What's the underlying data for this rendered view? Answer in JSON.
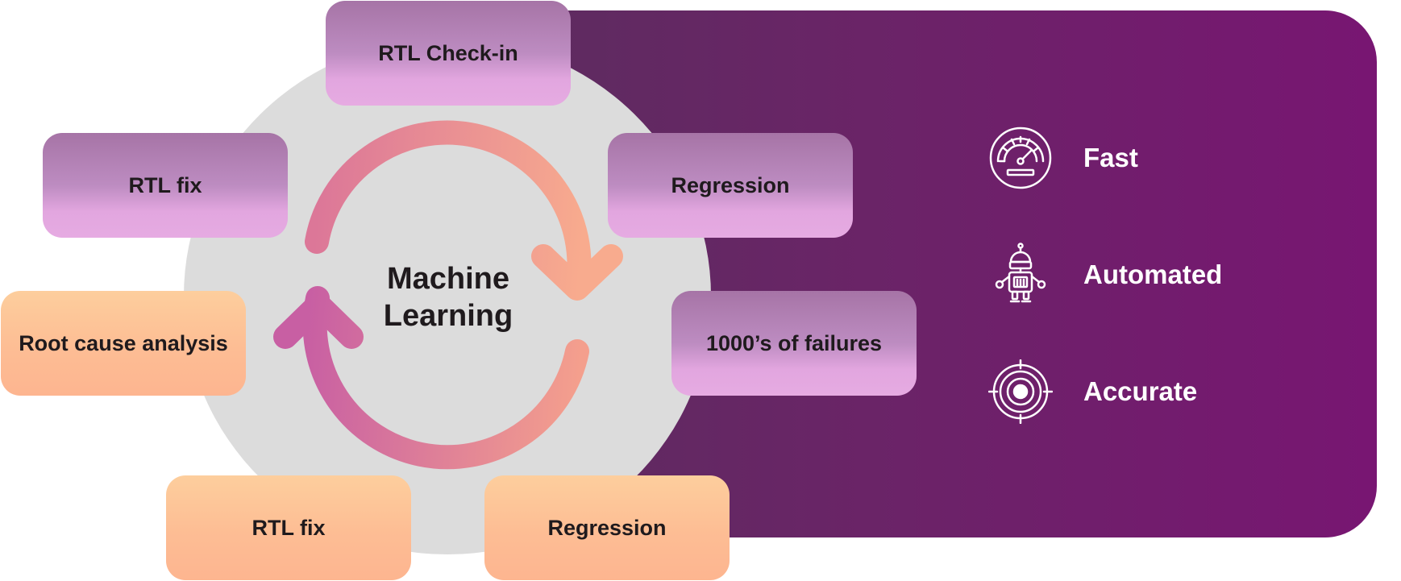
{
  "diagram": {
    "center_title_line1": "Machine",
    "center_title_line2": "Learning",
    "steps": [
      {
        "id": "rtl-check-in",
        "label": "RTL Check-in",
        "tone": "purple"
      },
      {
        "id": "rtl-fix-top",
        "label": "RTL fix",
        "tone": "purple"
      },
      {
        "id": "regression-top",
        "label": "Regression",
        "tone": "purple"
      },
      {
        "id": "root-cause-analysis",
        "label": "Root cause analysis",
        "tone": "peach"
      },
      {
        "id": "failures",
        "label": "1000’s of failures",
        "tone": "purple"
      },
      {
        "id": "rtl-fix-bottom",
        "label": "RTL fix",
        "tone": "peach"
      },
      {
        "id": "regression-bottom",
        "label": "Regression",
        "tone": "peach"
      }
    ]
  },
  "features": [
    {
      "label": "Fast",
      "icon": "speedometer-icon"
    },
    {
      "label": "Automated",
      "icon": "robot-icon"
    },
    {
      "label": "Accurate",
      "icon": "target-icon"
    }
  ],
  "colors": {
    "panel_start": "#5b2d5e",
    "panel_end": "#781672",
    "circle": "#dcdcdc",
    "box_purple_top": "#a674a6",
    "box_purple_bottom": "#e6abe2",
    "box_peach_top": "#fdce9d",
    "box_peach_bottom": "#fdb590",
    "arrow_pink": "#c85fa0",
    "arrow_peach": "#f7a88c"
  }
}
